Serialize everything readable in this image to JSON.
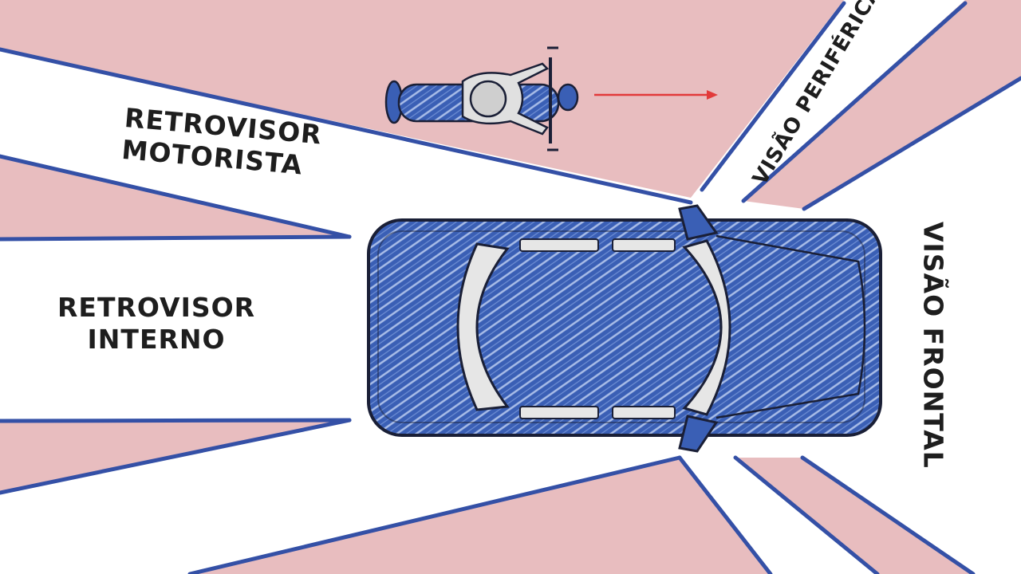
{
  "labels": {
    "retrovisor_motorista": [
      "RETROVISOR",
      "MOTORISTA"
    ],
    "retrovisor_interno": [
      "RETROVISOR",
      "INTERNO"
    ],
    "visao_periferica": "VISÃO PERIFÉRICA",
    "visao_frontal": "VISÃO FRONTAL"
  },
  "colors": {
    "blind_spot": "#e8bdbf",
    "outline": "#3450a6",
    "car_body": "#3a5fb5",
    "glass": "#e6e6e6",
    "arrow": "#e23a3a",
    "text": "#1e1e1e"
  },
  "icons": [
    "car-icon",
    "motorcycle-icon",
    "direction-arrow-icon"
  ]
}
